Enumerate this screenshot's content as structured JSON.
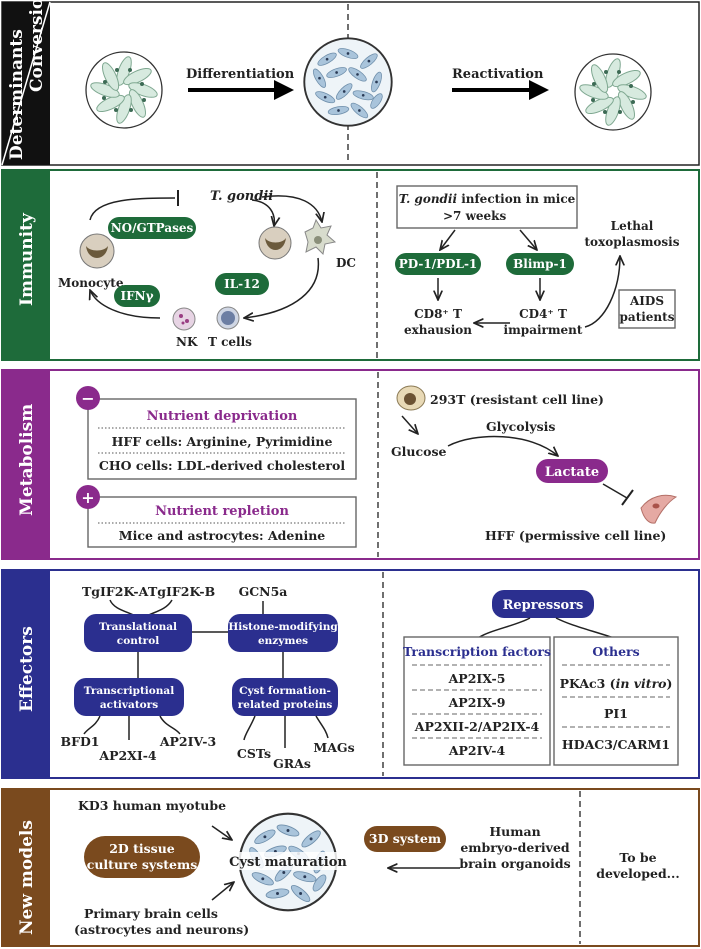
{
  "rows": {
    "conversions": {
      "label_a": "Determinants",
      "label_b": "Conversions",
      "arrow_left": "Differentiation",
      "arrow_right": "Reactivation"
    },
    "immunity": {
      "label": "Immunity",
      "color": "#1e6b3a",
      "t_gondii": "T. gondii",
      "no_gtpases": "NO/GTPases",
      "ifn": "IFNγ",
      "il12": "IL-12",
      "monocyte": "Monocyte",
      "dc": "DC",
      "nk": "NK",
      "t_cells": "T cells",
      "infection_line1_em": "T. gondii",
      "infection_line1_rest": " infection in mice",
      "infection_line2": ">7 weeks",
      "pd1": "PD-1/PDL-1",
      "blimp": "Blimp-1",
      "cd8_line1": "CD8⁺ T",
      "cd8_line2": "exhausion",
      "cd4_line1": "CD4⁺ T",
      "cd4_line2": "impairment",
      "lethal_line1": "Lethal",
      "lethal_line2": "toxoplasmosis",
      "aids_line1": "AIDS",
      "aids_line2": "patients"
    },
    "metabolism": {
      "label": "Metabolism",
      "color": "#8a2a8c",
      "minus": "−",
      "plus": "+",
      "deprivation_title": "Nutrient deprivation",
      "hff_cells": "HFF cells: Arginine, Pyrimidine",
      "cho_cells": "CHO cells: LDL-derived cholesterol",
      "repletion_title": "Nutrient repletion",
      "mice_astro": "Mice and astrocytes: Adenine",
      "line_293t": "293T (resistant cell line)",
      "glycolysis": "Glycolysis",
      "glucose": "Glucose",
      "lactate": "Lactate",
      "hff_permissive": "HFF (permissive cell line)"
    },
    "effectors": {
      "label": "Effectors",
      "color": "#2b2f8f",
      "tgif2ka": "TgIF2K-A",
      "tgif2kb": "TgIF2K-B",
      "gcn5a": "GCN5a",
      "translational_1": "Translational",
      "translational_2": "control",
      "histone_1": "Histone-modifying",
      "histone_2": "enzymes",
      "transcriptional_1": "Transcriptional",
      "transcriptional_2": "activators",
      "cyst_1": "Cyst formation-",
      "cyst_2": "related proteins",
      "bfd1": "BFD1",
      "ap2iv3": "AP2IV-3",
      "ap2xi4": "AP2XI-4",
      "csts": "CSTs",
      "gras": "GRAs",
      "mags": "MAGs",
      "repressors": "Repressors",
      "tf_title": "Transcription factors",
      "tf_items": [
        "AP2IX-5",
        "AP2IX-9",
        "AP2XII-2/AP2IX-4",
        "AP2IV-4"
      ],
      "others_title": "Others",
      "others_item1_a": "PKAc3 (",
      "others_item1_em": "in vitro",
      "others_item1_b": ")",
      "others_item2": "PI1",
      "others_item3": "HDAC3/CARM1"
    },
    "new_models": {
      "label": "New models",
      "color": "#7a4a1e",
      "kd3": "KD3 human myotube",
      "tissue_1": "2D tissue",
      "tissue_2": "culture systems",
      "cyst_maturation": "Cyst maturation",
      "primary_1": "Primary brain cells",
      "primary_2": "(astrocytes and neurons)",
      "system3d": "3D system",
      "human_1": "Human",
      "human_2": "embryo-derived",
      "human_3": "brain organoids",
      "tbd_1": "To be",
      "tbd_2": "developed..."
    }
  }
}
